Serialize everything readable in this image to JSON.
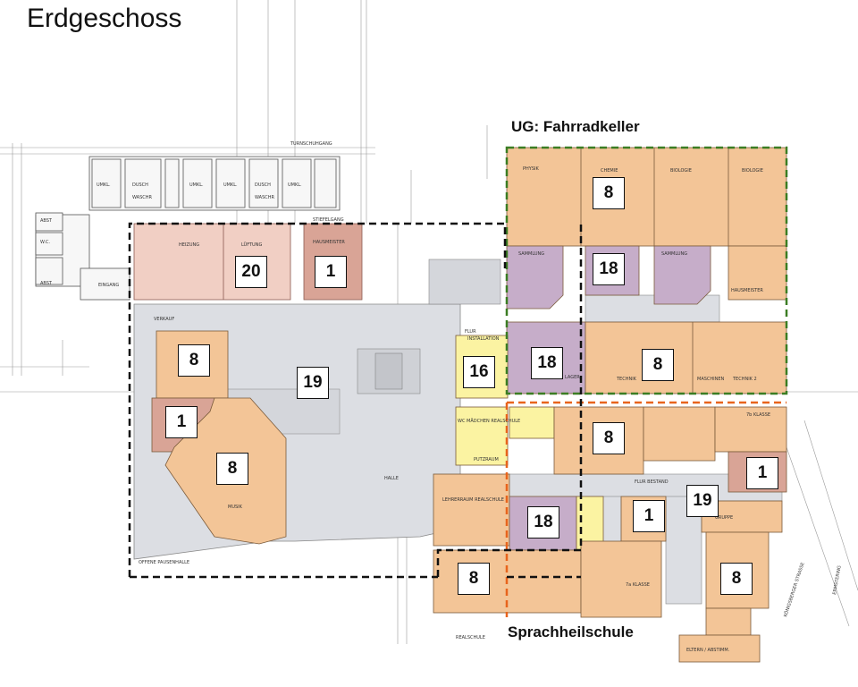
{
  "title": "Erdgeschoss",
  "zones": {
    "ug_label": "UG: Fahrradkeller",
    "sprach_label": "Sprachheilschule"
  },
  "colors": {
    "orange_room": "#f3c597",
    "purple_room": "#c6adc9",
    "pink_room": "#f1cfc4",
    "brown_room": "#d9a496",
    "yellow_room": "#fbf3a2",
    "hall_grey": "#dcdee3",
    "green_border": "#3b7d23",
    "orange_border": "#e8641c",
    "black_border": "#111111"
  },
  "room_labels": {
    "heizung": "HEIZUNG",
    "lueftung": "LÜFTUNG",
    "hausmeister1": "HAUSMEISTER",
    "hausmeister2": "HAUSMEISTER",
    "physik": "PHYSIK",
    "chemie": "CHEMIE",
    "biologie1": "BIOLOGIE",
    "biologie2": "BIOLOGIE",
    "sammlung1": "SAMMLUNG",
    "sammlung2": "SAMMLUNG",
    "technik": "TECHNIK",
    "technik2": "TECHNIK 2",
    "maschinen": "MASCHINEN",
    "lager": "LAGER",
    "installation": "INSTALLATION",
    "flur": "FLUR",
    "halle": "HALLE",
    "musik": "MUSIK",
    "verkauf": "VERKAUF",
    "eingang": "EINGANG",
    "abst1": "ABST",
    "abst2": "ABST",
    "wc": "W.C.",
    "umkl1": "UMKL.",
    "umkl2": "UMKL.",
    "umkl3": "UMKL.",
    "umkl4": "UMKL.",
    "dusch1": "DUSCH",
    "dusch2": "DUSCH",
    "waschr1": "WASCHR",
    "waschr2": "WASCHR",
    "turnschuhgang": "TURNSCHUHGANG",
    "stiefelgang": "STIEFELGANG",
    "offene_pausenhalle": "OFFENE PAUSENHALLE",
    "realschule": "REALSCHULE",
    "wc_maedchen": "WC MÄDCHEN REALSCHULE",
    "putzraum": "PUTZRAUM",
    "flur_bestand": "FLUR BESTAND",
    "lehrer": "LEHRERRAUM REALSCHULE",
    "konigsberger": "KÖNIGSBERGER STRASSE",
    "ermstering": "ERMSTERING",
    "klasse1": "7a KLASSE",
    "klasse2": "7b KLASSE",
    "gruppe": "GRUPPE",
    "eltern": "ELTERN / ABSTIMM."
  },
  "markers": [
    {
      "id": "hz",
      "label": "20"
    },
    {
      "id": "hm",
      "label": "1"
    },
    {
      "id": "bio",
      "label": "8"
    },
    {
      "id": "sam",
      "label": "18"
    },
    {
      "id": "lg",
      "label": "18"
    },
    {
      "id": "tech",
      "label": "8"
    },
    {
      "id": "inst",
      "label": "16"
    },
    {
      "id": "hall",
      "label": "19"
    },
    {
      "id": "lw8",
      "label": "8"
    },
    {
      "id": "lw1",
      "label": "1"
    },
    {
      "id": "mus",
      "label": "8"
    },
    {
      "id": "mr8",
      "label": "8"
    },
    {
      "id": "r1",
      "label": "1"
    },
    {
      "id": "r19",
      "label": "19"
    },
    {
      "id": "mc18",
      "label": "18"
    },
    {
      "id": "mc1",
      "label": "1"
    },
    {
      "id": "bl8",
      "label": "8"
    },
    {
      "id": "br8",
      "label": "8"
    }
  ]
}
